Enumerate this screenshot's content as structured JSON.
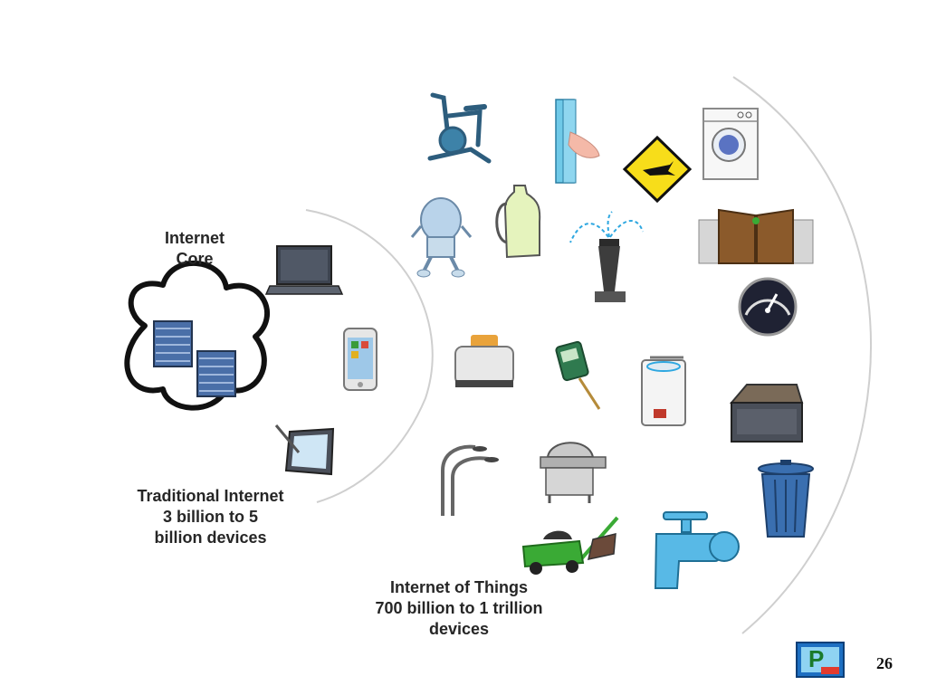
{
  "labels": {
    "core_line1": "Internet",
    "core_line2": "Core",
    "traditional_line1": "Traditional Internet",
    "traditional_line2": "3 billion to 5",
    "traditional_line3": "billion devices",
    "iot_line1": "Internet of Things",
    "iot_line2": "700 billion to 1 trillion",
    "iot_line3": "devices"
  },
  "page_number": "26",
  "logo_text": "P",
  "colors": {
    "arc": "#d0d0d0",
    "server_blue": "#4a6fa8",
    "device_dark": "#4a4f59",
    "accent_blue": "#2ea7e0",
    "sign_yellow": "#f7dd1a",
    "grass_green": "#3aaa35",
    "gate_brown": "#8b5a2b"
  },
  "icons": {
    "core": [
      "cloud-icon",
      "server-rack-icon"
    ],
    "traditional": [
      "laptop-icon",
      "smartphone-icon",
      "tablet-icon"
    ],
    "iot": [
      "exercise-bike-icon",
      "keypad-icon",
      "warning-sign-icon",
      "washing-machine-icon",
      "robot-icon",
      "milk-jug-icon",
      "sprinkler-icon",
      "gate-icon",
      "gauge-icon",
      "toaster-icon",
      "soil-sensor-icon",
      "water-heater-icon",
      "dumpster-icon",
      "street-lamp-icon",
      "grill-icon",
      "trash-can-icon",
      "lawn-mower-icon",
      "water-faucet-icon"
    ]
  }
}
